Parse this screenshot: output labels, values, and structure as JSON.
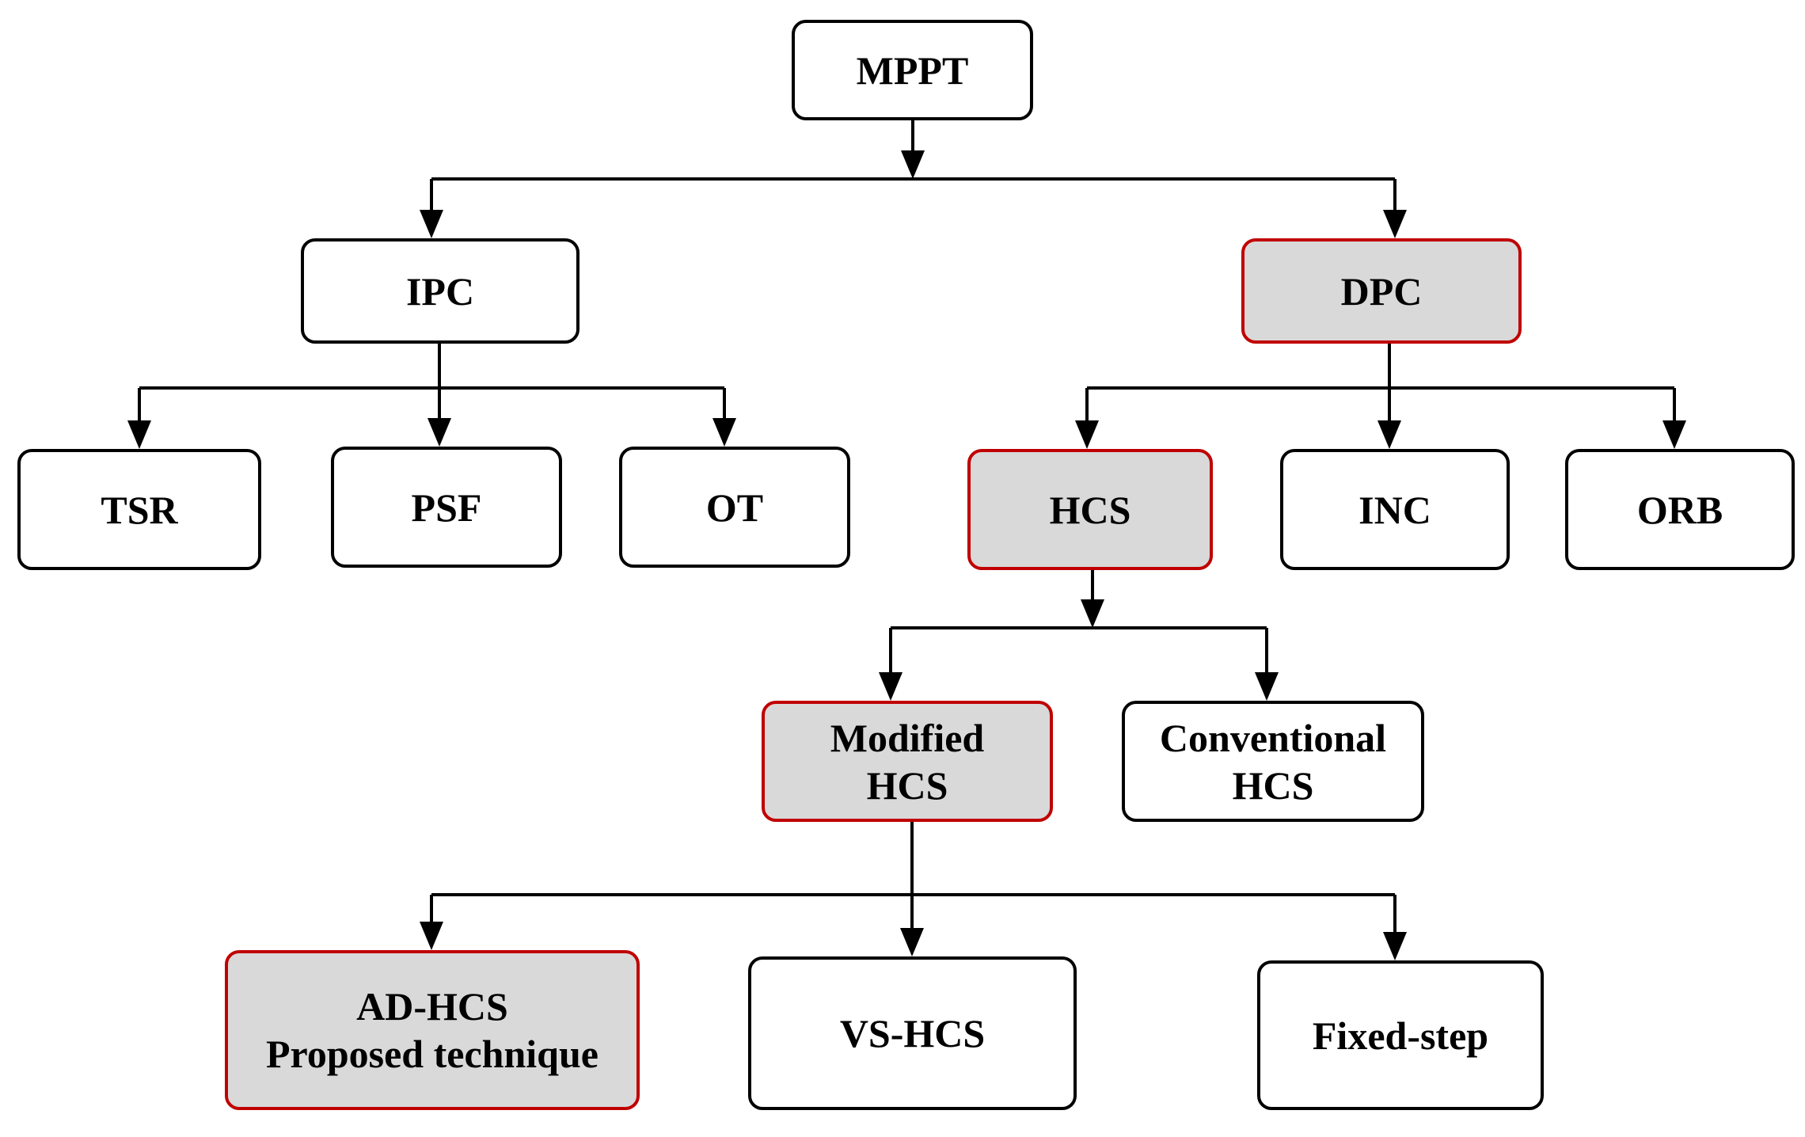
{
  "colors": {
    "line": "#000000",
    "highlight_border": "#c00000",
    "highlight_fill": "#d9d9d9",
    "node_fill": "#ffffff"
  },
  "nodes": {
    "mppt": {
      "lines": [
        "MPPT"
      ],
      "highlight": false
    },
    "ipc": {
      "lines": [
        "IPC"
      ],
      "highlight": false
    },
    "dpc": {
      "lines": [
        "DPC"
      ],
      "highlight": true
    },
    "tsr": {
      "lines": [
        "TSR"
      ],
      "highlight": false
    },
    "psf": {
      "lines": [
        "PSF"
      ],
      "highlight": false
    },
    "ot": {
      "lines": [
        "OT"
      ],
      "highlight": false
    },
    "hcs": {
      "lines": [
        "HCS"
      ],
      "highlight": true
    },
    "inc": {
      "lines": [
        "INC"
      ],
      "highlight": false
    },
    "orb": {
      "lines": [
        "ORB"
      ],
      "highlight": false
    },
    "modified": {
      "lines": [
        "Modified",
        "HCS"
      ],
      "highlight": true
    },
    "conventional": {
      "lines": [
        "Conventional",
        "HCS"
      ],
      "highlight": false
    },
    "adhcs": {
      "lines": [
        "AD-HCS",
        "Proposed technique"
      ],
      "highlight": true
    },
    "vshcs": {
      "lines": [
        "VS-HCS"
      ],
      "highlight": false
    },
    "fixed": {
      "lines": [
        "Fixed-step"
      ],
      "highlight": false
    }
  },
  "edges": [
    {
      "from": "mppt",
      "to": [
        "ipc",
        "dpc"
      ]
    },
    {
      "from": "ipc",
      "to": [
        "tsr",
        "psf",
        "ot"
      ]
    },
    {
      "from": "dpc",
      "to": [
        "hcs",
        "inc",
        "orb"
      ]
    },
    {
      "from": "hcs",
      "to": [
        "modified",
        "conventional"
      ]
    },
    {
      "from": "modified",
      "to": [
        "adhcs",
        "vshcs",
        "fixed"
      ]
    }
  ]
}
